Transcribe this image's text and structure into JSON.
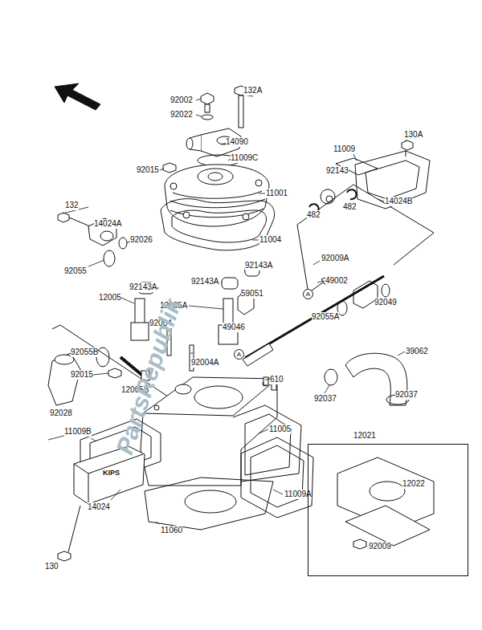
{
  "diagram": {
    "nodes": [
      {
        "text": [
          "12021",
          "12022",
          "92009"
        ]
      },
      {
        "text": [
          "A"
        ]
      },
      {
        "text": [
          "A"
        ]
      }
    ],
    "labels": [
      "92002",
      "132A",
      "92022",
      "14090",
      "11009C",
      "92015",
      "11001",
      "11004",
      "130A",
      "11009",
      "92143",
      "14024B",
      "482",
      "482",
      "132",
      "14024A",
      "92026",
      "92055",
      "92143A",
      "92143A",
      "92143A",
      "92009A",
      "59051",
      "49002",
      "92049",
      "12005",
      "12005A",
      "92004",
      "49046",
      "92055A",
      "92055B",
      "92004A",
      "92015",
      "610",
      "39062",
      "12005B",
      "92037",
      "92037",
      "92028",
      "11005",
      "11009B",
      "11009A",
      "14024",
      "11060",
      "130",
      "KIPS",
      "PartsRepublik"
    ]
  }
}
